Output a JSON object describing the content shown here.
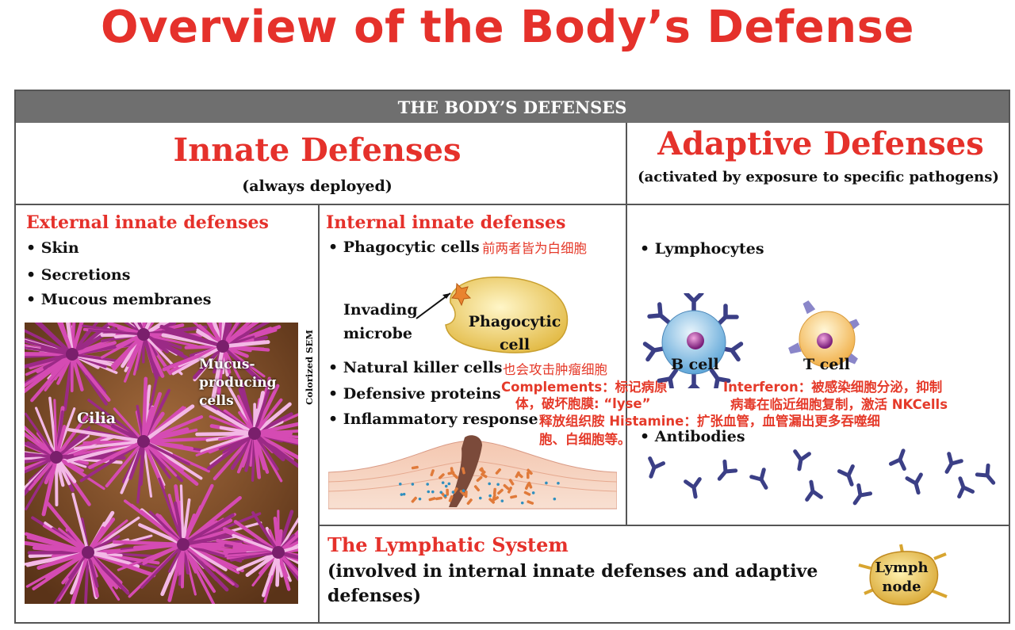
{
  "title": "Overview of the Body’s Defense",
  "header_bar": "THE BODY’S DEFENSES",
  "innate": {
    "title": "Innate Defenses",
    "subtitle": "(always deployed)"
  },
  "adaptive": {
    "title": "Adaptive Defenses",
    "subtitle": "(activated by exposure to specific pathogens)"
  },
  "external": {
    "title": "External innate defenses",
    "items": [
      "• Skin",
      "• Secretions",
      "• Mucous membranes"
    ],
    "image_labels": {
      "mucus": "Mucus-\nproducing\ncells",
      "cilia": "Cilia",
      "sem": "Colorized SEM"
    }
  },
  "internal": {
    "title": "Internal innate defenses",
    "phagocytic": "• Phagocytic cells",
    "invading": "Invading\nmicrobe",
    "phagocytic_cell": "Phagocytic\ncell",
    "nk": "• Natural killer cells",
    "proteins": "• Defensive proteins",
    "inflammatory": "• Inflammatory response"
  },
  "adaptive_panel": {
    "lymphocytes": "• Lymphocytes",
    "b_cell": "B cell",
    "t_cell": "T cell",
    "antibodies": "• Antibodies"
  },
  "lymphatic": {
    "title": "The Lymphatic System",
    "desc": "(involved in internal innate defenses and adaptive defenses)",
    "node": "Lymph\nnode"
  },
  "notes": {
    "phagocytes": "前两者皆为白细胞",
    "nk": "也会攻击肿瘤细胞",
    "complements_1": "Complements：标记病原",
    "complements_2": "体，破坏胞膜: “lyse”",
    "histamine_1": "释放组织胺 Histamine：扩张血管，血管漏出更多吞噬细",
    "histamine_2": "胞、白细胞等。",
    "interferon_1": "Interferon：被感染细胞分泌，抑制",
    "interferon_2": "病毒在临近细胞复制，激活 NKCells"
  },
  "colors": {
    "accent_red": "#e5312b",
    "header_gray": "#6f6f6f",
    "antibody_blue": "#3b3f86"
  }
}
